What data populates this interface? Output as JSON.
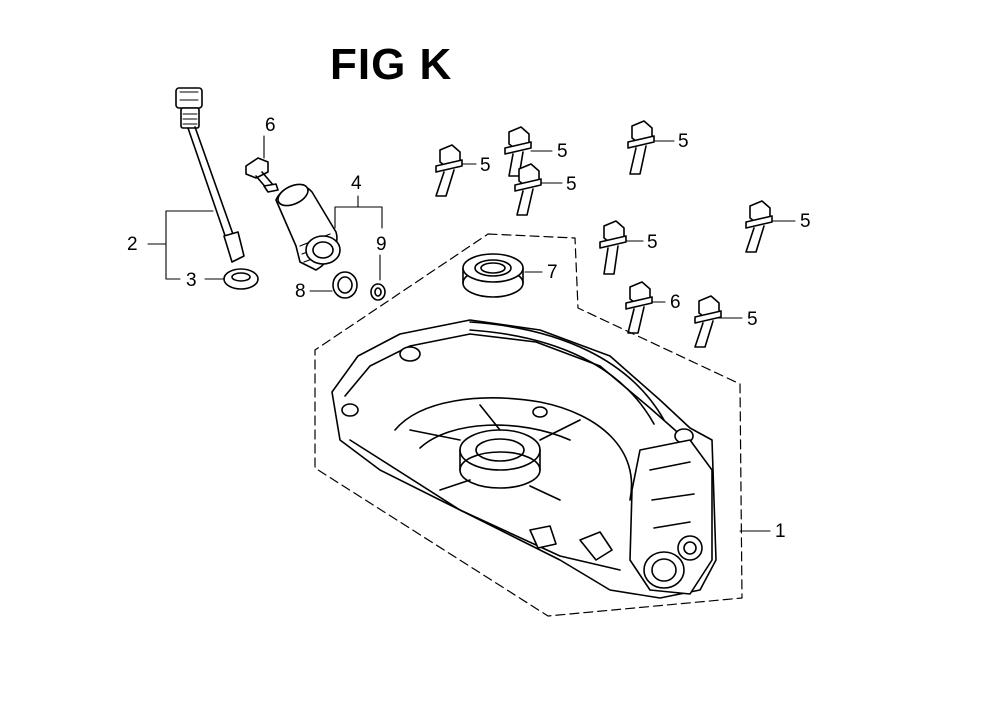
{
  "figure": {
    "title": "FIG K"
  },
  "callouts": [
    {
      "id": "c1",
      "text": "1"
    },
    {
      "id": "c2",
      "text": "2"
    },
    {
      "id": "c3",
      "text": "3"
    },
    {
      "id": "c4",
      "text": "4"
    },
    {
      "id": "c5a",
      "text": "5"
    },
    {
      "id": "c5b",
      "text": "5"
    },
    {
      "id": "c5c",
      "text": "5"
    },
    {
      "id": "c5d",
      "text": "5"
    },
    {
      "id": "c5e",
      "text": "5"
    },
    {
      "id": "c5f",
      "text": "5"
    },
    {
      "id": "c5g",
      "text": "5"
    },
    {
      "id": "c6a",
      "text": "6"
    },
    {
      "id": "c6b",
      "text": "6"
    },
    {
      "id": "c7",
      "text": "7"
    },
    {
      "id": "c8",
      "text": "8"
    },
    {
      "id": "c9",
      "text": "9"
    }
  ]
}
